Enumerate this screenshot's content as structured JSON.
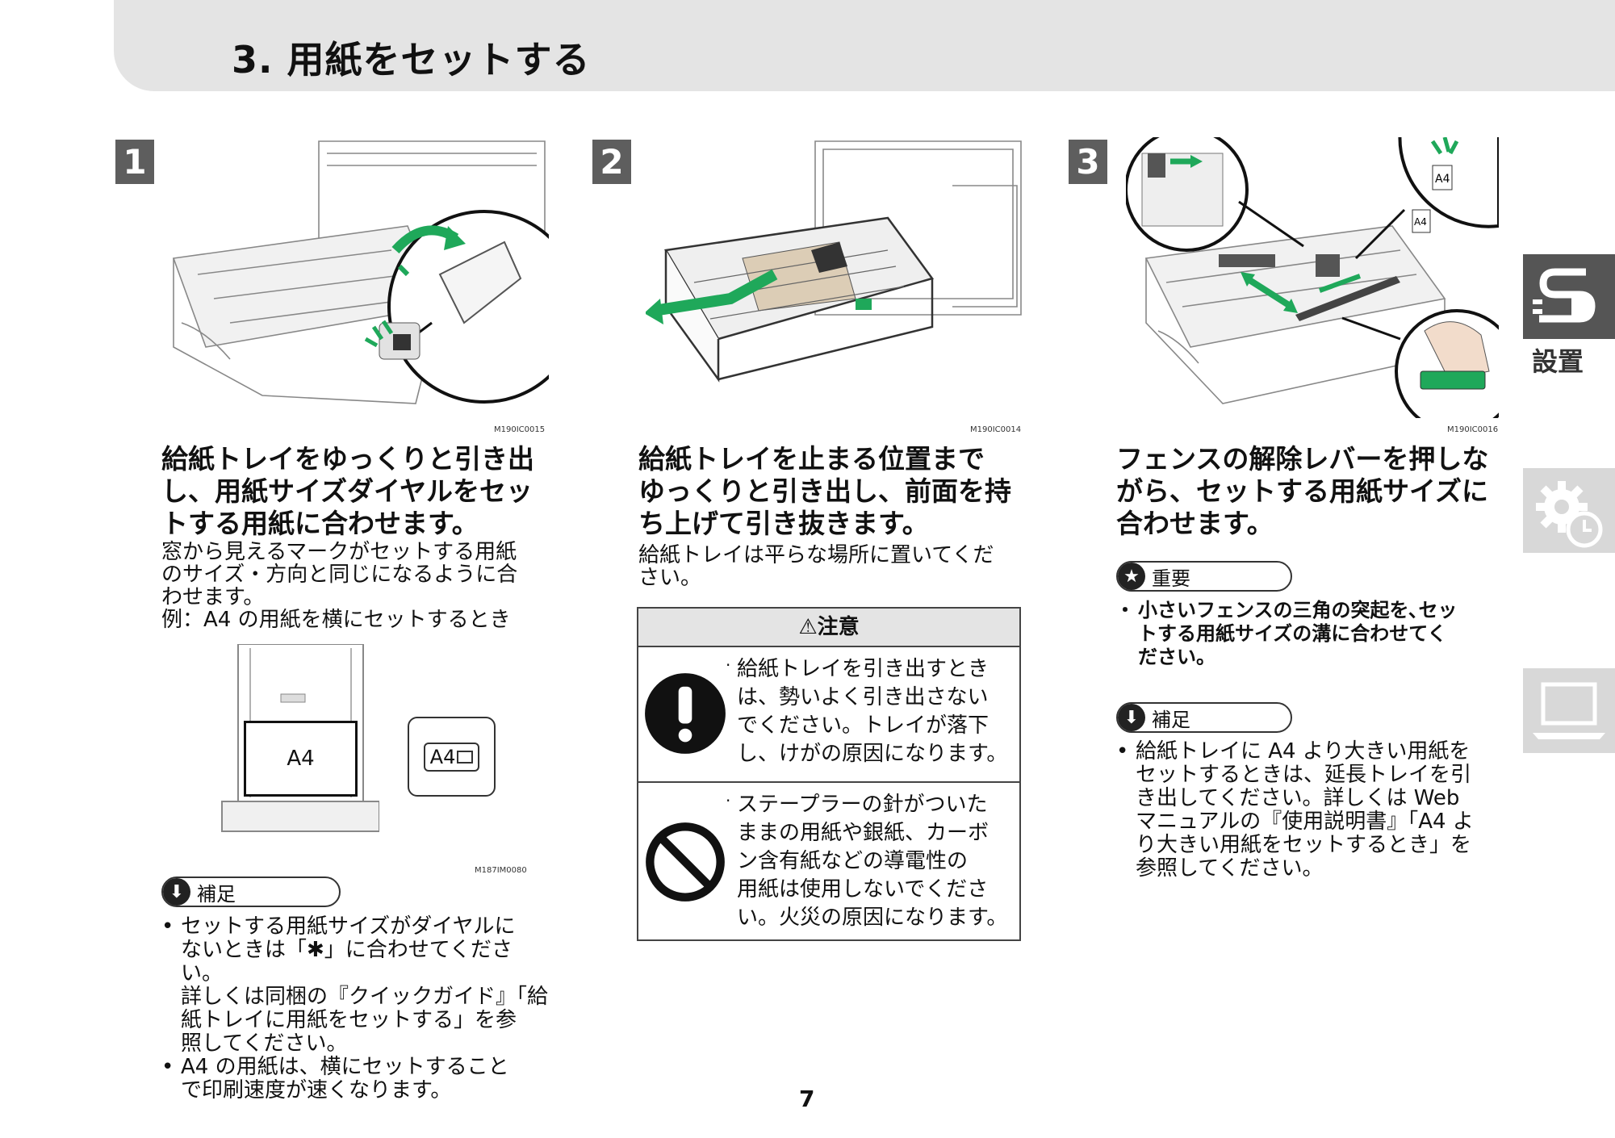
{
  "header": {
    "title": "3. 用紙をセットする"
  },
  "steps": [
    {
      "number": "1",
      "illus_code": "M190IC0015",
      "headline": [
        "給紙トレイをゆっくりと引き出",
        "し、用紙サイズダイヤルをセッ",
        "トする用紙に合わせます。"
      ],
      "body": [
        "窓から見えるマークがセットする用紙",
        "のサイズ・方向と同じになるように合",
        "わせます。",
        "例：A4 の用紙を横にセットするとき"
      ],
      "example": {
        "paper_label": "A4",
        "dial_label": "A4",
        "code": "M187IM0080"
      },
      "note": {
        "label": "補足",
        "items": [
          [
            "セットする用紙サイズがダイヤルに",
            "ないときは「✱」に合わせてください。",
            "詳しくは同梱の『クイックガイド』「給",
            "紙トレイに用紙をセットする」を参",
            "照してください。"
          ],
          [
            "A4 の用紙は、横にセットすること",
            "で印刷速度が速くなります。"
          ]
        ]
      }
    },
    {
      "number": "2",
      "illus_code": "M190IC0014",
      "headline": [
        "給紙トレイを止まる位置まで",
        "ゆっくりと引き出し、前面を持",
        "ち上げて引き抜きます。"
      ],
      "body": [
        "給紙トレイは平らな場所に置いてくだ",
        "さい。"
      ],
      "caution": {
        "title": "⚠注意",
        "items": [
          [
            "給紙トレイを引き出すとき",
            "は、勢いよく引き出さない",
            "でください。トレイが落下",
            "し、けがの原因になります。"
          ],
          [
            "ステープラーの針がついた",
            "ままの用紙や銀紙、カーボ",
            "ン含有紙などの導電性の",
            "用紙は使用しないでくださ",
            "い。火災の原因になります。"
          ]
        ]
      }
    },
    {
      "number": "3",
      "illus_code": "M190IC0016",
      "illus_labels": [
        "A4",
        "A4"
      ],
      "headline": [
        "フェンスの解除レバーを押しな",
        "がら、セットする用紙サイズに",
        "合わせます。"
      ],
      "important": {
        "label": "重要",
        "items": [
          [
            "小さいフェンスの三角の突起を､セッ",
            "トする用紙サイズの溝に合わせてく",
            "ださい。"
          ]
        ]
      },
      "note": {
        "label": "補足",
        "items": [
          [
            "給紙トレイに A4 より大きい用紙を",
            "セットするときは、延長トレイを引",
            "き出してください。詳しくは Web",
            "マニュアルの『使用説明書』「A4 よ",
            "り大きい用紙をセットするとき」を",
            "参照してください。"
          ]
        ]
      }
    }
  ],
  "sidebar": {
    "active_label": "設置",
    "icons": [
      "plug-icon",
      "gear-clock-icon",
      "laptop-icon"
    ]
  },
  "page_number": "7",
  "colors": {
    "header_bg": "#e4e4e4",
    "accent_green": "#1fa85a",
    "step_bg": "#5e5e5e",
    "side_active": "#555555"
  }
}
